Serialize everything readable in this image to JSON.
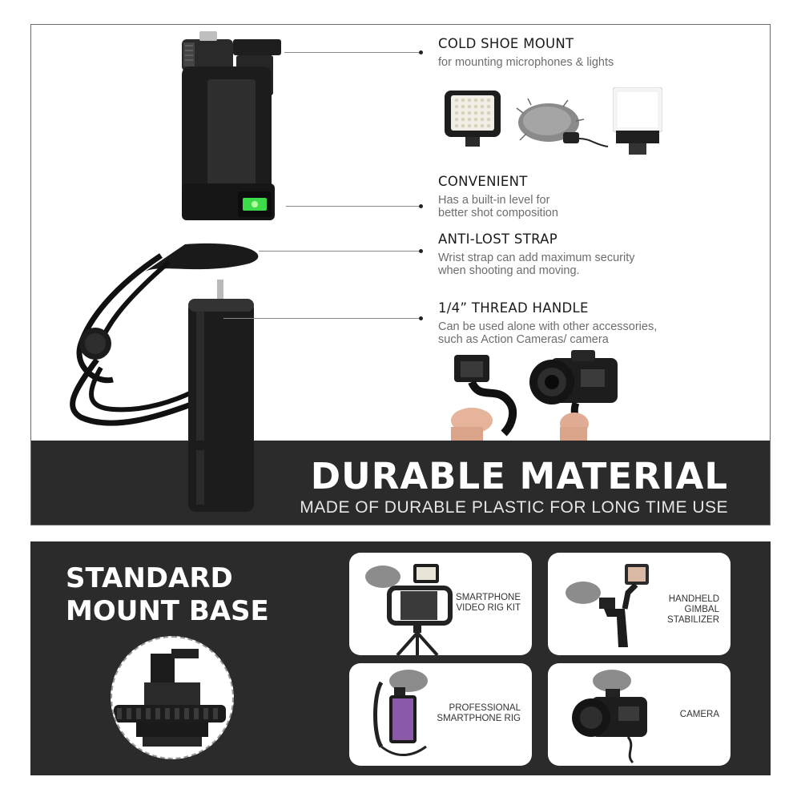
{
  "features": [
    {
      "title": "COLD SHOE MOUNT",
      "desc": [
        "for mounting microphones & lights"
      ]
    },
    {
      "title": "CONVENIENT",
      "desc": [
        "Has a built-in level for",
        "better shot composition"
      ]
    },
    {
      "title": "ANTI-LOST STRAP",
      "desc": [
        "Wrist strap can add maximum security",
        "when shooting and moving."
      ]
    },
    {
      "title": "1/4” THREAD HANDLE",
      "desc": [
        "Can be used alone with other accessories,",
        "such as Action Cameras/ camera"
      ]
    }
  ],
  "banner": {
    "headline": "DURABLE MATERIAL",
    "subline": "MADE OF DURABLE PLASTIC FOR LONG TIME USE"
  },
  "mount": {
    "title_lines": [
      "STANDARD",
      "MOUNT BASE"
    ]
  },
  "uses": [
    {
      "label_lines": [
        "SMARTPHONE",
        "VIDEO RIG KIT"
      ]
    },
    {
      "label_lines": [
        "HANDHELD",
        "GIMBAL",
        "STABILIZER"
      ]
    },
    {
      "label_lines": [
        "PROFESSIONAL",
        "SMARTPHONE RIG"
      ]
    },
    {
      "label_lines": [
        "CAMERA"
      ]
    }
  ],
  "colors": {
    "dark_band": "#2b2b2b",
    "level_bubble": "#3ddc4a",
    "product_black": "#1c1c1c"
  },
  "icons": [
    "phone-clip-mount",
    "led-light",
    "furry-microphone",
    "mini-led-light",
    "wrist-strap",
    "threaded-handle",
    "action-camera-grip",
    "dslr-camera-grip",
    "cold-shoe-base"
  ]
}
